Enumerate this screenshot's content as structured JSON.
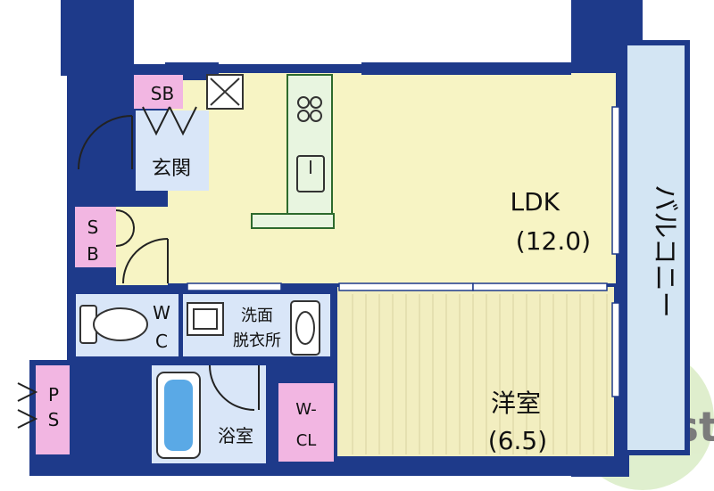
{
  "colors": {
    "wall": "#1e3a8a",
    "ldk_floor": "#f7f4c4",
    "western_room_floor": "#f2eec0",
    "storage": "#f2b6e2",
    "wet_area": "#d9e6f8",
    "balcony": "#d3e5f3",
    "watermark": "#9ccc65"
  },
  "rooms": {
    "ldk": {
      "name": "LDK",
      "size": "(12.0)"
    },
    "western": {
      "name": "洋室",
      "size": "(6.5)"
    },
    "balcony": "バルコニー",
    "entrance": "玄関",
    "sb_top": "SB",
    "sb_left": {
      "line1": "S",
      "line2": "B"
    },
    "wc": {
      "line1": "W",
      "line2": "C"
    },
    "wash": {
      "line1": "洗面",
      "line2": "脱衣所"
    },
    "bath": "浴室",
    "walkin": {
      "line1": "W-",
      "line2": "CL"
    },
    "ps": {
      "line1": "P",
      "line2": "S"
    }
  },
  "watermark_text": "ASSist",
  "icons": [
    "stove-icon",
    "sink-icon",
    "toilet-icon",
    "bathtub-icon",
    "washbasin-icon",
    "washer-pan-icon",
    "door-swing-icon"
  ]
}
